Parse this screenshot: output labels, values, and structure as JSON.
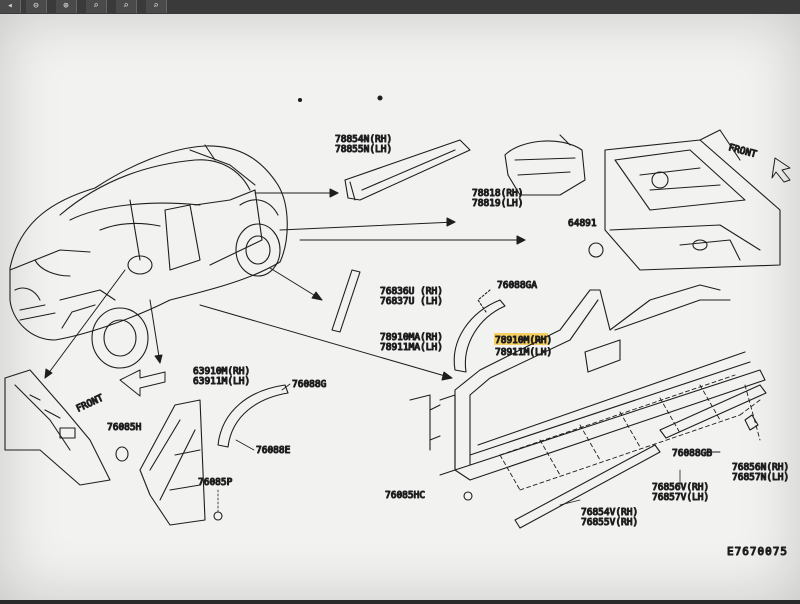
{
  "toolbar": {
    "buttons": [
      {
        "icon": "arrow-back-icon",
        "glyph": "◂"
      },
      {
        "icon": "zoom-out-icon",
        "glyph": "⊖"
      },
      {
        "icon": "zoom-in-icon",
        "glyph": "⊕"
      },
      {
        "icon": "zoom-icon",
        "glyph": "⌕"
      },
      {
        "icon": "zoom-fit-icon",
        "glyph": "⌕"
      },
      {
        "icon": "zoom-reset-icon",
        "glyph": "⌕"
      }
    ]
  },
  "diagram": {
    "labels": {
      "p78854": "78854N(RH)",
      "p78855": "78855N(LH)",
      "p78818": "78818(RH)",
      "p78819": "78819(LH)",
      "p64891": "64891",
      "front_top": "FRONT",
      "p76836": "76836U (RH)",
      "p76837": "76837U (LH)",
      "p76088ga": "76088GA",
      "p78910ma": "78910MA(RH)",
      "p78911ma": "78911MA(LH)",
      "p78910m": "78910M(RH)",
      "p78911m": "78911M(LH)",
      "p63910": "63910M(RH)",
      "p63911": "63911M(LH)",
      "p76088g": "76088G",
      "front_left": "FRONT",
      "p76085h": "76085H",
      "p76088e": "76088E",
      "p76085p": "76085P",
      "p76085hc": "76085HC",
      "p76088gb": "76088GB",
      "p76856v": "76856V(RH)",
      "p76857v": "76857V(LH)",
      "p76856n": "76856N(RH)",
      "p76857n": "76857N(LH)",
      "p76854v": "76854V(RH)",
      "p76855v": "76855V(RH)",
      "ref_code": "E7670075"
    },
    "highlight_color": "#f7c947"
  }
}
